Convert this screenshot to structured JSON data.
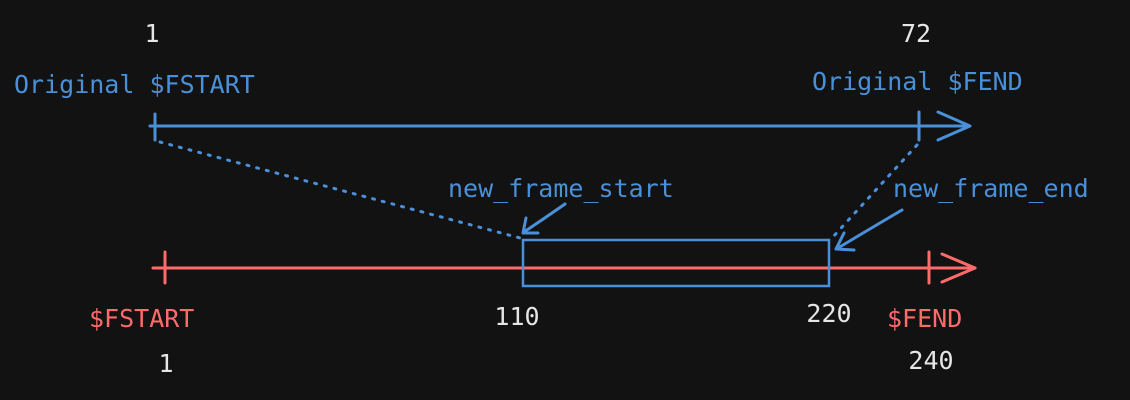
{
  "colors": {
    "background": "#121212",
    "original_range": "#4a90d9",
    "new_range": "#ff6b6b",
    "text": "#e6e6e6"
  },
  "top_timeline": {
    "start_value": "1",
    "end_value": "72",
    "start_label": "Original $FSTART",
    "end_label": "Original $FEND"
  },
  "annotations": {
    "new_frame_start": "new_frame_start",
    "new_frame_end": "new_frame_end"
  },
  "bottom_timeline": {
    "start_label": "$FSTART",
    "end_label": "$FEND",
    "start_value": "1",
    "end_value": "240",
    "range_start_value": "110",
    "range_end_value": "220"
  }
}
